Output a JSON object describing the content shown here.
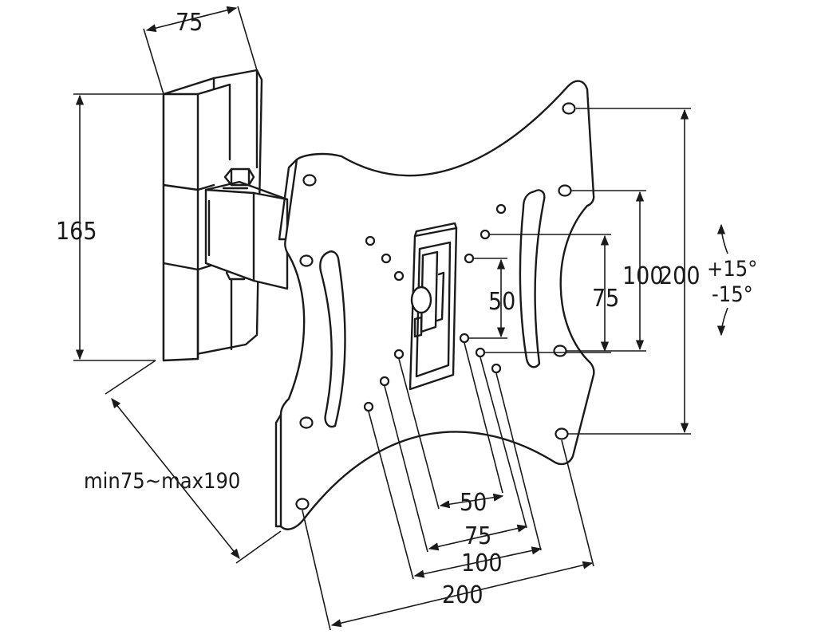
{
  "dimensions": {
    "wall_plate_width": "75",
    "wall_plate_height": "165",
    "extension": "min75~max190",
    "vesa_vertical_50": "50",
    "vesa_vertical_75": "75",
    "vesa_vertical_100": "100",
    "vesa_vertical_200": "200",
    "vesa_horizontal_50": "50",
    "vesa_horizontal_75": "75",
    "vesa_horizontal_100": "100",
    "vesa_horizontal_200": "200"
  },
  "tilt": {
    "up": "+15°",
    "down": "-15°"
  }
}
